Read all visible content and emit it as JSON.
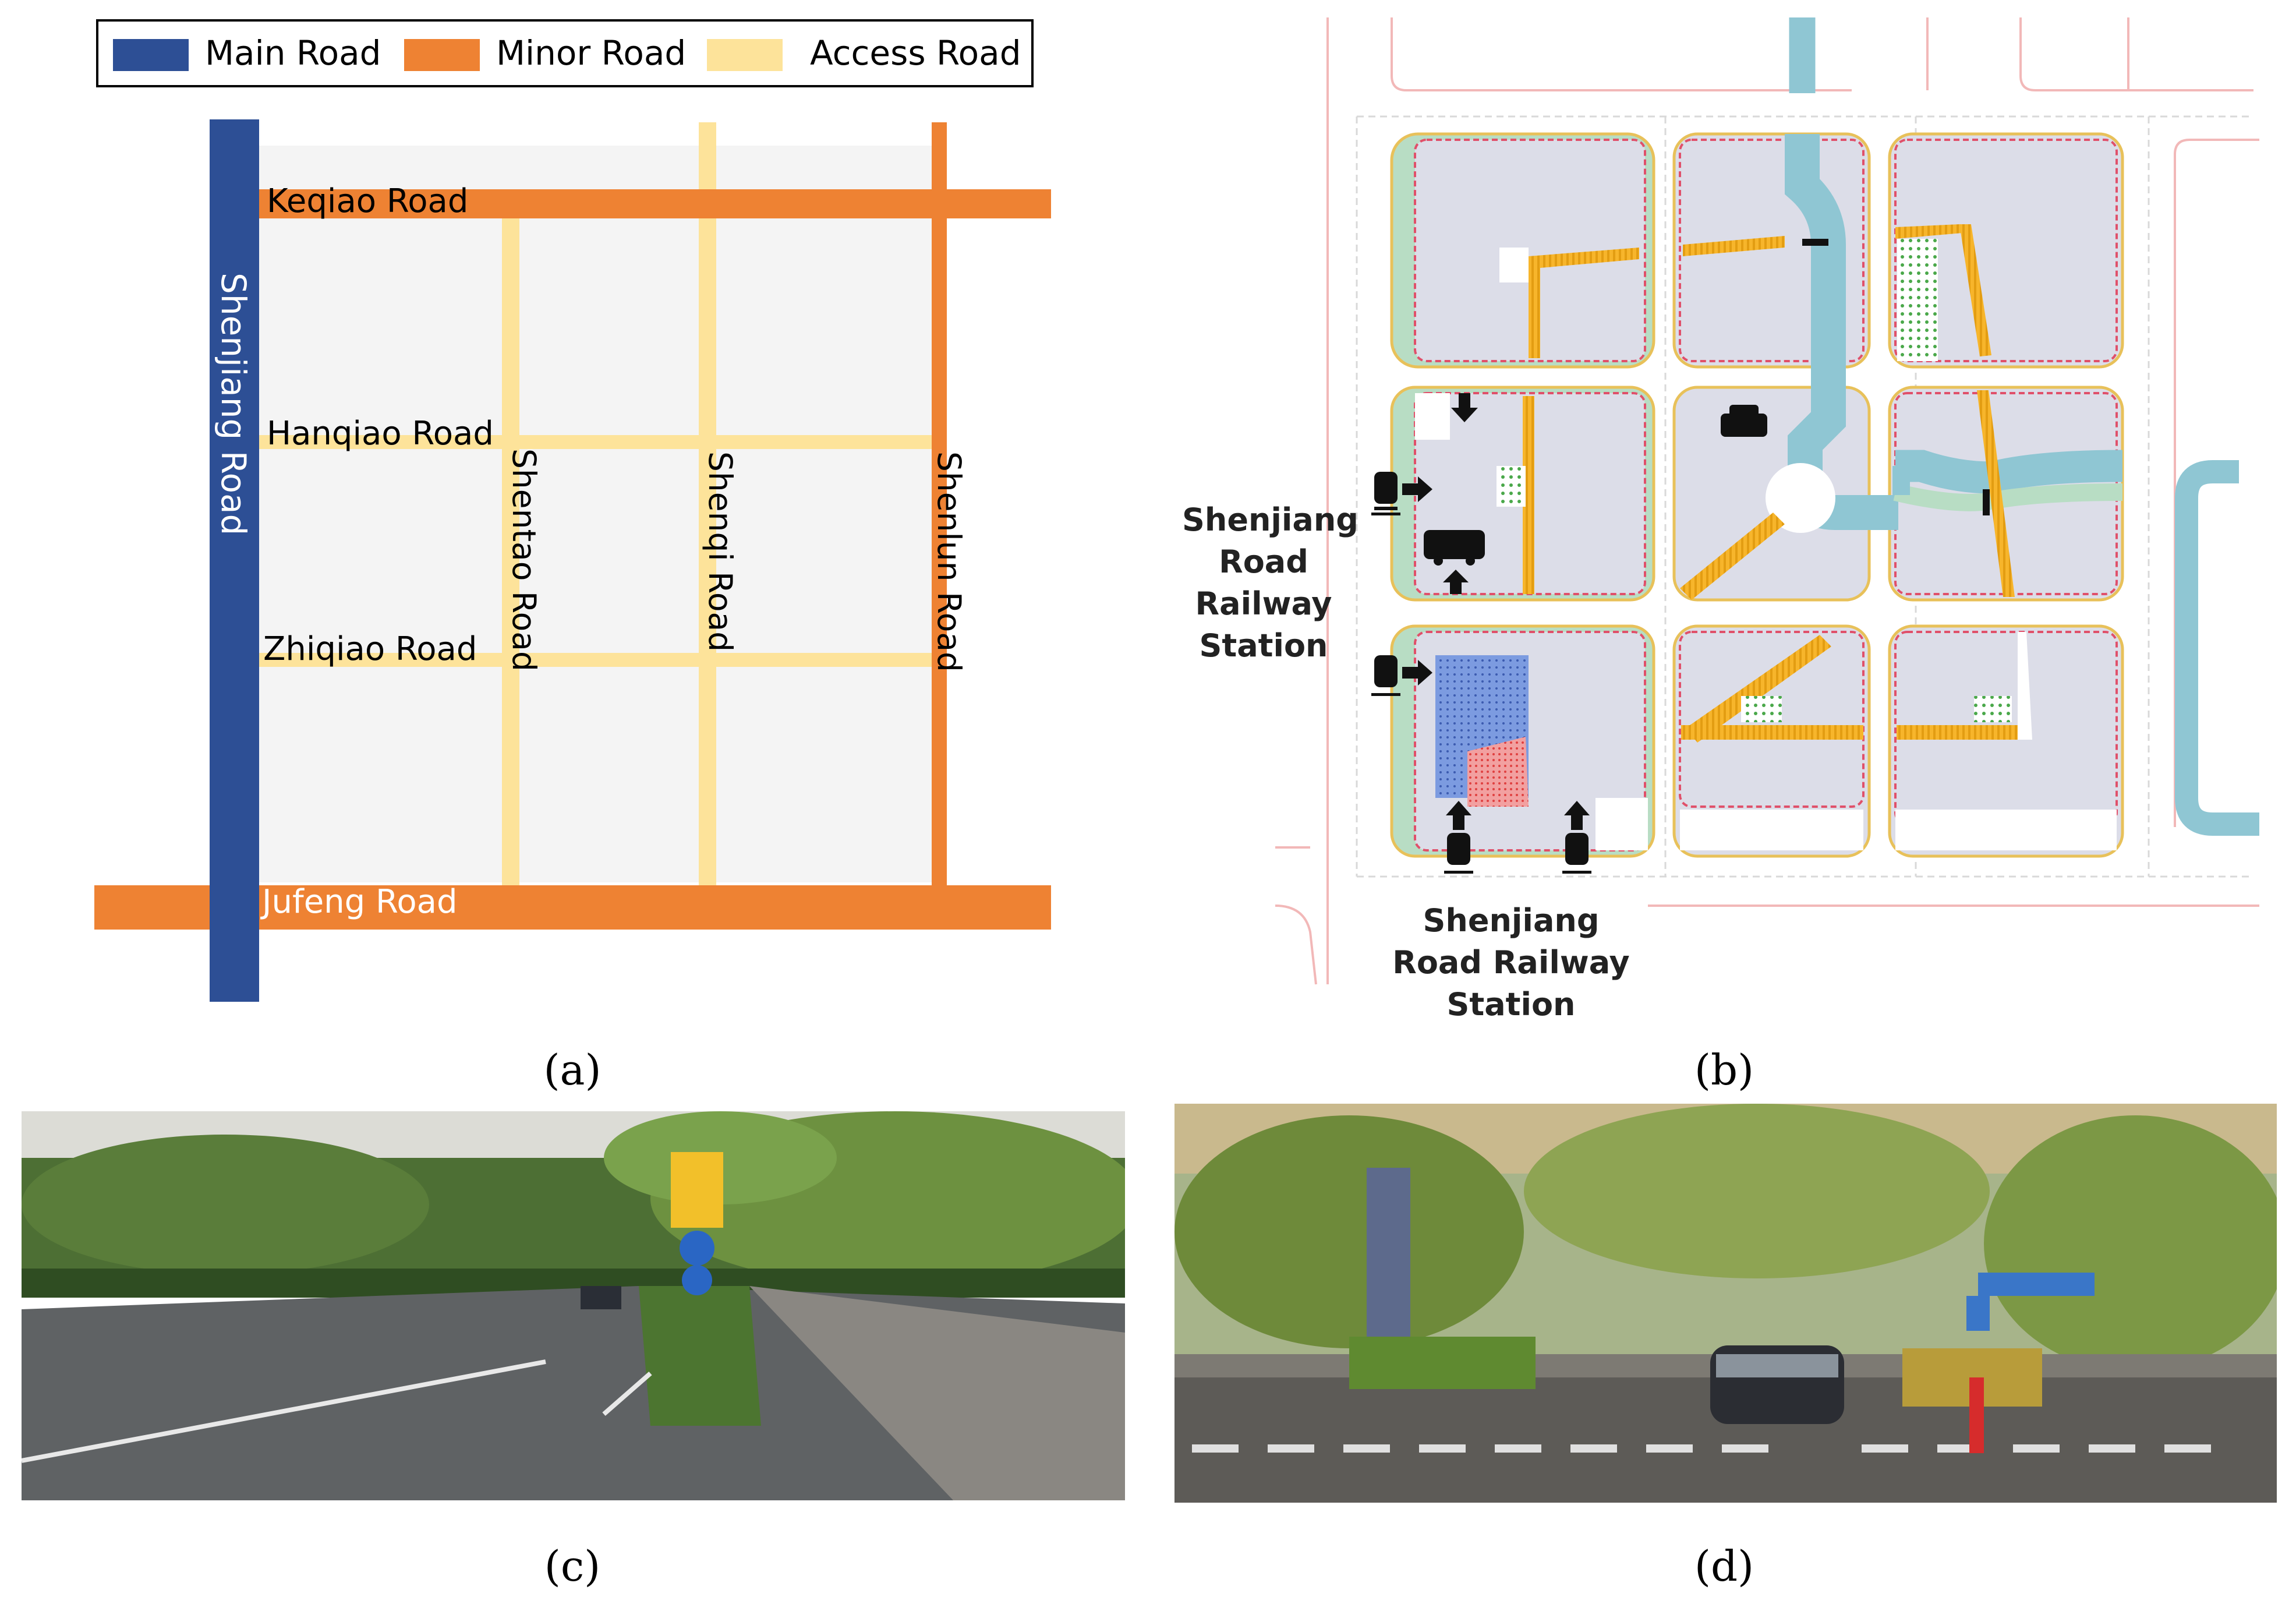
{
  "colors": {
    "main_road": "#2d4f95",
    "minor_road": "#ee8233",
    "access_road": "#fde39a",
    "block_fill": "#f4f4f4"
  },
  "legend": {
    "main_road": "Main Road",
    "minor_road": "Minor Road",
    "access_road": "Access Road"
  },
  "map_a": {
    "roads": {
      "shenjiang": "Shenjiang Road",
      "keqiao": "Keqiao Road",
      "hanqiao": "Hanqiao Road",
      "zhiqiao": "Zhiqiao Road",
      "jufeng": "Jufeng Road",
      "shentao": "Shentao Road",
      "shenqi": "Shenqi Road",
      "shenlun": "Shenlun Road"
    }
  },
  "map_b": {
    "station_left": "Shenjiang Road Railway Station",
    "station_bottom": "Shenjiang Road Railway Station",
    "icons": [
      "train-icon",
      "bus-icon",
      "taxi-icon"
    ]
  },
  "captions": {
    "a": "(a)",
    "b": "(b)",
    "c": "(c)",
    "d": "(d)"
  }
}
